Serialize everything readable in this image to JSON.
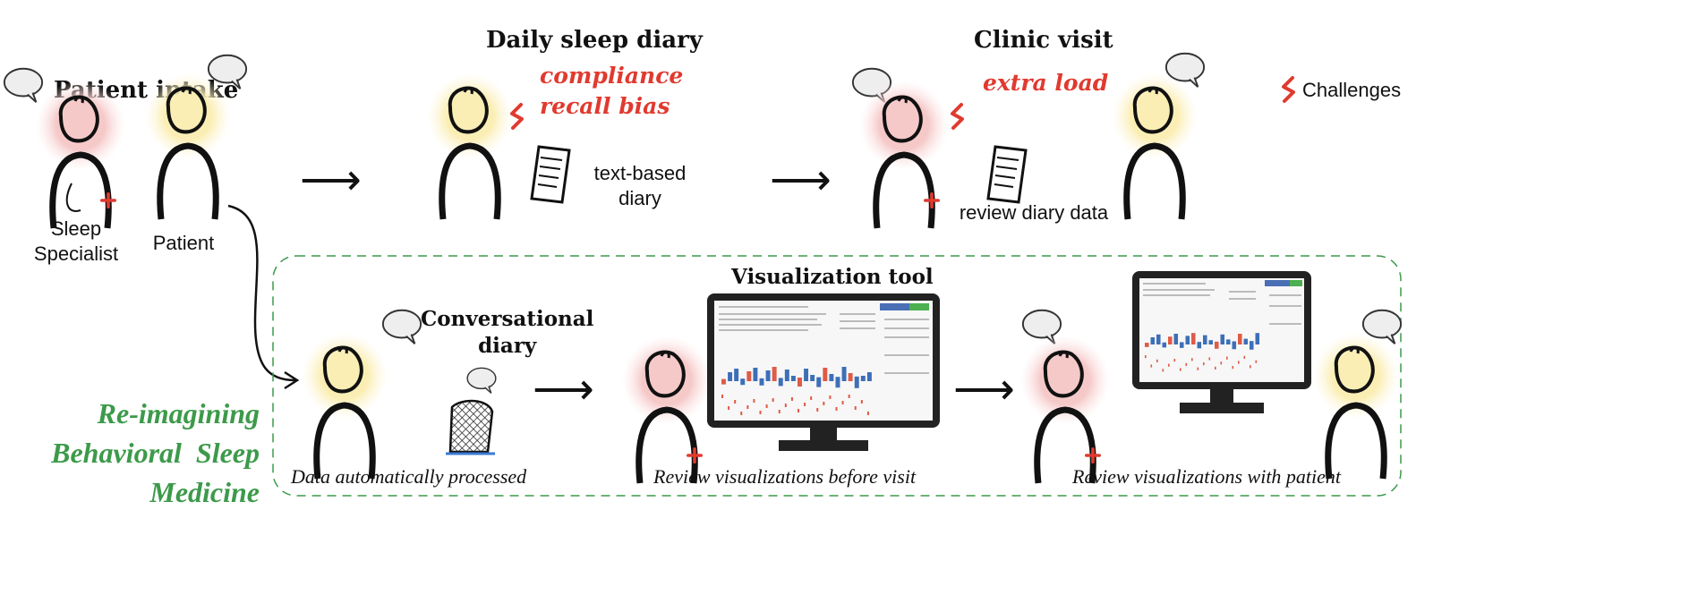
{
  "stages": {
    "intake": {
      "title": "Patient intake",
      "specialist_label": "Sleep\nSpecialist",
      "patient_label": "Patient"
    },
    "diary": {
      "title": "Daily sleep diary",
      "challenge_1": "compliance",
      "challenge_2": "recall bias",
      "artifact_label": "text-based\ndiary"
    },
    "visit": {
      "title": "Clinic visit",
      "challenge": "extra load",
      "artifact_label": "review diary data"
    }
  },
  "legend": {
    "challenges_label": "Challenges"
  },
  "reimagined": {
    "heading": "Re-imagining\nBehavioral  Sleep\nMedicine",
    "conversational_title": "Conversational\ndiary",
    "tool_title": "Visualization tool",
    "captions": [
      "Data automatically processed",
      "Review visualizations before visit",
      "Review visualizations with patient"
    ]
  },
  "colors": {
    "specialist_glow": "#f8d6d6",
    "patient_glow": "#fbf1c4",
    "challenge_red": "#e03a2f",
    "reimagine_green": "#3c9a4a"
  }
}
